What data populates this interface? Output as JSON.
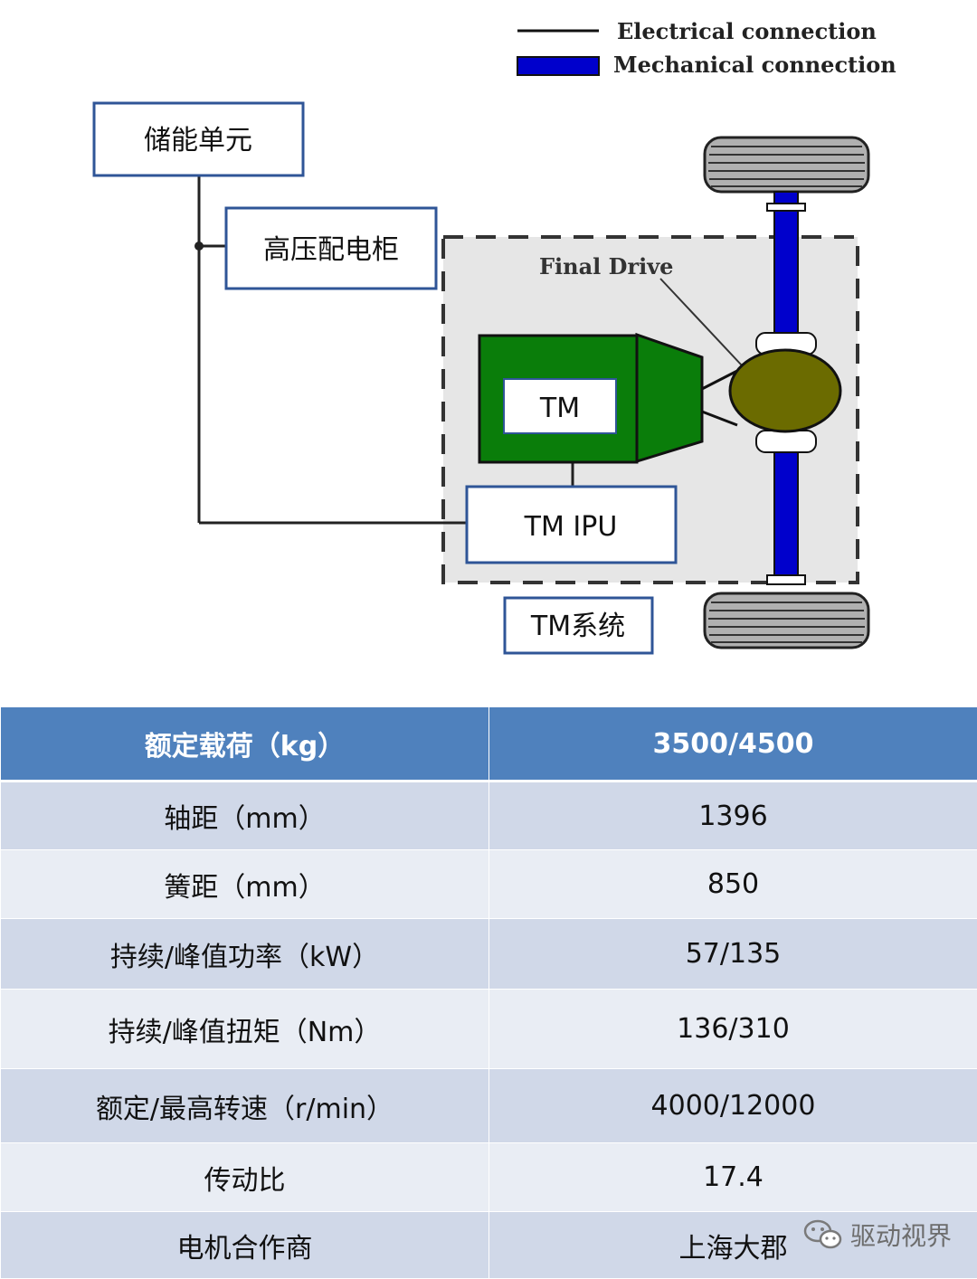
{
  "legend": {
    "electrical_label": "Electrical connection",
    "mechanical_label": "Mechanical connection"
  },
  "diagram": {
    "storage_unit": "储能单元",
    "hv_cabinet": "高压配电柜",
    "final_drive": "Final Drive",
    "tm": "TM",
    "tm_ipu": "TM IPU",
    "tm_system": "TM系统"
  },
  "colors": {
    "tm_green": "#0a7d0a",
    "final_drive_olive": "#6b6b00",
    "axle_blue": "#0000cc",
    "box_border": "#2f5597",
    "header_blue": "#4f81bd",
    "row_dark": "#d0d8e8",
    "row_light": "#e9edf4"
  },
  "table": {
    "header": [
      "额定载荷（kg）",
      "3500/4500"
    ],
    "rows": [
      [
        "轴距（mm）",
        "1396"
      ],
      [
        "簧距（mm）",
        "850"
      ],
      [
        "持续/峰值功率（kW）",
        "57/135"
      ],
      [
        "持续/峰值扭矩（Nm）",
        "136/310"
      ],
      [
        "额定/最高转速（r/min）",
        "4000/12000"
      ],
      [
        "传动比",
        "17.4"
      ],
      [
        "电机合作商",
        "上海大郡"
      ]
    ]
  },
  "watermark": {
    "text": "驱动视界",
    "icon": "wechat-icon"
  }
}
